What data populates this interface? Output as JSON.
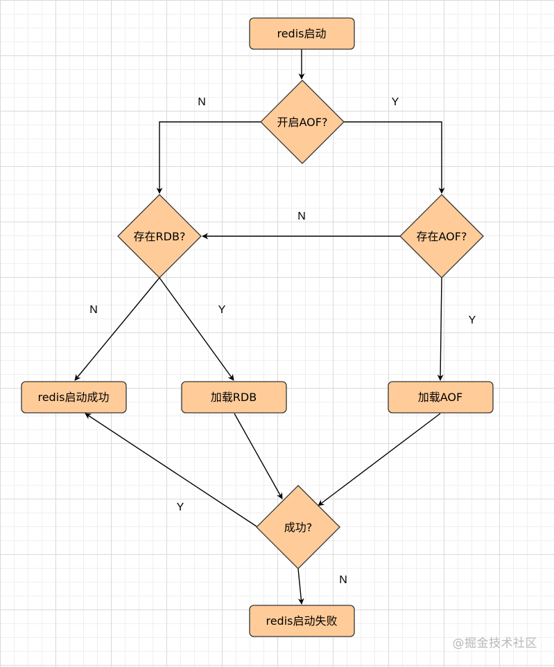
{
  "nodes": {
    "start": "redis启动",
    "aof_enabled": "开启AOF?",
    "rdb_exists": "存在RDB?",
    "aof_exists": "存在AOF?",
    "success": "redis启动成功",
    "load_rdb": "加载RDB",
    "load_aof": "加载AOF",
    "load_ok": "成功?",
    "fail": "redis启动失败"
  },
  "edges": {
    "aof_no": "N",
    "aof_yes": "Y",
    "aof_exists_no": "N",
    "rdb_no": "N",
    "rdb_yes": "Y",
    "aof_exists_yes": "Y",
    "load_ok_yes": "Y",
    "load_ok_no": "N"
  },
  "watermark": "@掘金技术社区",
  "colors": {
    "node_fill": "#ffcc99",
    "node_stroke": "#333333",
    "edge": "#000000"
  }
}
